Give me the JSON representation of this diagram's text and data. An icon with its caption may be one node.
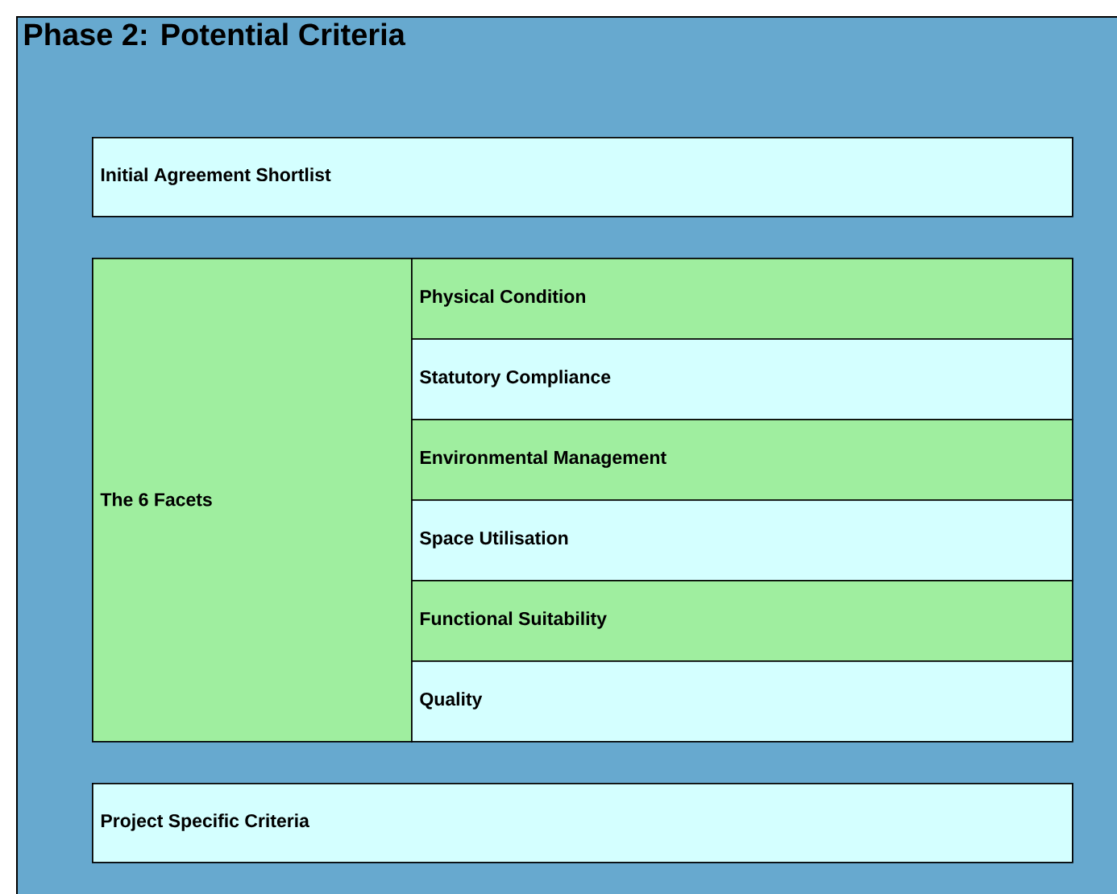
{
  "diagram": {
    "nodes": [
      {
        "text": [
          "Phase 2: Potential Criteria"
        ]
      },
      {
        "text": [
          "Initial Agreement Shortlist"
        ],
        "in": 0
      },
      {
        "text": [
          "The 6 Facets"
        ],
        "in": 0
      },
      {
        "text": [
          "Physical Condition"
        ],
        "in": 0
      },
      {
        "text": [
          "Statutory Compliance"
        ],
        "in": 0
      },
      {
        "text": [
          "Environmental Management"
        ],
        "in": 0
      },
      {
        "text": [
          "Space Utilisation"
        ],
        "in": 0
      },
      {
        "text": [
          "Functional Suitability"
        ],
        "in": 0
      },
      {
        "text": [
          "Quality"
        ],
        "in": 0
      },
      {
        "text": [
          "Project Specific Criteria"
        ],
        "in": 0
      }
    ]
  }
}
